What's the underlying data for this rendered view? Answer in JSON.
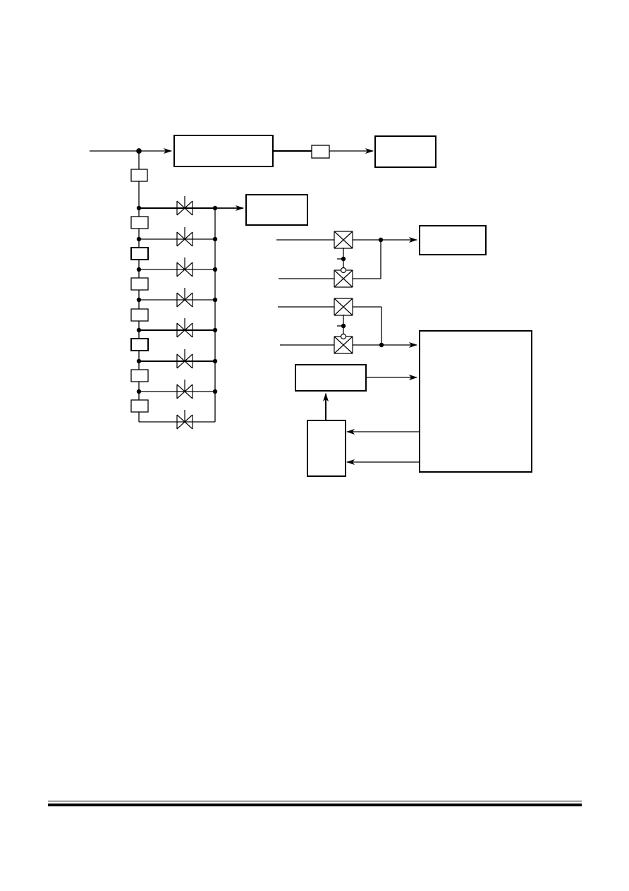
{
  "diagram": {
    "colors": {
      "line": "#000000",
      "background": "#ffffff"
    },
    "blocks": [
      {
        "id": "top-main-block"
      },
      {
        "id": "top-small-box"
      },
      {
        "id": "top-output-block"
      },
      {
        "id": "ladder-output-block"
      },
      {
        "id": "upper-right-output-block"
      },
      {
        "id": "large-right-block"
      },
      {
        "id": "middle-control-block"
      },
      {
        "id": "lower-feedback-block"
      }
    ],
    "ladder": {
      "resistor_count": 8,
      "switch_count": 8
    },
    "transmission_gates": {
      "count": 4
    }
  }
}
